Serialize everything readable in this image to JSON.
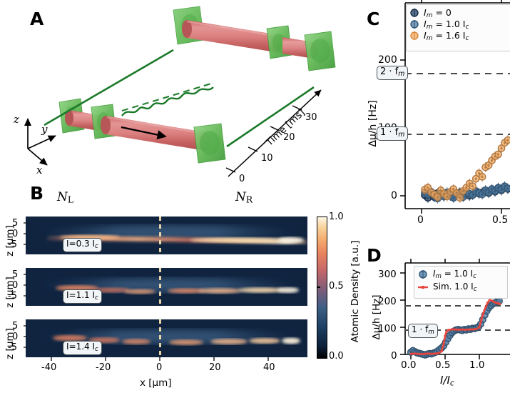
{
  "figure": {
    "panels": [
      "A",
      "B",
      "C",
      "D"
    ],
    "background": "#ffffff"
  },
  "panelA": {
    "letter": "A",
    "axes_triad": {
      "z": "z",
      "y": "y",
      "x": "x"
    },
    "time_axis": {
      "label": "Time [ms]",
      "ticks": [
        "0",
        "10",
        "20",
        "30"
      ],
      "ticks_values": [
        0,
        10,
        20,
        30
      ]
    },
    "colors": {
      "tube": "#d9706f",
      "barrier": "#58b04d",
      "line": "#1b7a2a",
      "arrow": "#000000"
    },
    "description": "Two snapshots of an elongated atomic cloud (red tube) confined between green optical barriers; a green sinusoidal modulation trace with dashed guide sits between them; a black arrow indicates motion along x."
  },
  "panelB": {
    "letter": "B",
    "label_NL": "N",
    "label_NL_sub": "L",
    "label_NR": "N",
    "label_NR_sub": "R",
    "rows": [
      {
        "annotation": "I=0.3 I",
        "annotation_sub": "c",
        "current": 0.3
      },
      {
        "annotation": "I=1.1 I",
        "annotation_sub": "c",
        "current": 1.1
      },
      {
        "annotation": "I=1.4 I",
        "annotation_sub": "c",
        "current": 1.4
      }
    ],
    "yaxis": {
      "label": "z [µm]",
      "ticks": [
        "5",
        "0",
        "-5"
      ],
      "ticks_values": [
        5,
        0,
        -5
      ]
    },
    "xaxis": {
      "label": "x [µm]",
      "ticks": [
        "-40",
        "-20",
        "0",
        "20",
        "40"
      ],
      "ticks_values": [
        -40,
        -20,
        0,
        20,
        40
      ]
    },
    "divider": {
      "position_um": 0,
      "style": "dashed",
      "color": "#e7d3a8"
    },
    "colorbar": {
      "label": "Atomic Density [a.u.]",
      "ticks": [
        "1.0",
        "0.5",
        "0.0"
      ],
      "ticks_values": [
        1.0,
        0.5,
        0.0
      ],
      "colormap": [
        "#000000",
        "#10243f",
        "#1d4063",
        "#3e5f84",
        "#8a5f7a",
        "#c4676a",
        "#e8825f",
        "#f4ab6e",
        "#f8d49d",
        "#fdf3dc"
      ]
    }
  },
  "panelC": {
    "letter": "C",
    "yaxis": {
      "label": "Δµ/h [Hz]",
      "ticks": [
        "200",
        "100",
        "0"
      ],
      "ticks_values": [
        200,
        100,
        0
      ],
      "ylim": [
        -30,
        250
      ]
    },
    "xaxis": {
      "ticks": [
        "0",
        "0.5"
      ],
      "ticks_values": [
        0,
        0.5
      ],
      "xlim": [
        -0.05,
        0.62
      ]
    },
    "hlines": [
      {
        "label": "2 · f",
        "label_sub": "m",
        "value": 180
      },
      {
        "label": "1 · f",
        "label_sub": "m",
        "value": 90
      }
    ],
    "legend": [
      {
        "label": "I",
        "label_sub": "m",
        "label_rest": " = 0",
        "color": "#1f3f66"
      },
      {
        "label": "I",
        "label_sub": "m",
        "label_rest": " = 1.0 I",
        "label_rest_sub": "c",
        "color": "#4d7ba4"
      },
      {
        "label": "I",
        "label_sub": "m",
        "label_rest": " = 1.6 I",
        "label_rest_sub": "c",
        "color": "#f4a95e"
      }
    ]
  },
  "panelD": {
    "letter": "D",
    "yaxis": {
      "label": "Δµ/h [Hz]",
      "ticks": [
        "300",
        "200",
        "100",
        "0"
      ],
      "ticks_values": [
        300,
        200,
        100,
        0
      ],
      "ylim": [
        -40,
        330
      ]
    },
    "xaxis": {
      "label": "I/I",
      "label_sub": "c",
      "ticks": [
        "0.0",
        "0.5",
        "1.0"
      ],
      "ticks_values": [
        0.0,
        0.5,
        1.0
      ],
      "xlim": [
        -0.05,
        1.32
      ]
    },
    "hlines": [
      {
        "value": 180,
        "label": ""
      },
      {
        "label": "1 · f",
        "label_sub": "m",
        "value": 90
      }
    ],
    "legend": [
      {
        "label": "I",
        "label_sub": "m",
        "label_rest": " = 1.0 I",
        "label_rest_sub": "c",
        "color": "#4d7ba4",
        "type": "marker"
      },
      {
        "label": "Sim. 1.0 I",
        "label_rest_sub": "c",
        "color": "#e8453c",
        "type": "line"
      }
    ]
  },
  "chart_data": [
    {
      "type": "scatter",
      "panel": "C",
      "title": "",
      "xlabel": "",
      "ylabel": "Δµ/h [Hz]",
      "xlim": [
        -0.05,
        0.62
      ],
      "ylim": [
        -30,
        250
      ],
      "grid": false,
      "legend_position": "top-left",
      "hlines": [
        180,
        90
      ],
      "series": [
        {
          "name": "I_m = 0",
          "color": "#1f3f66",
          "x": [
            0.02,
            0.04,
            0.06,
            0.08,
            0.1,
            0.12,
            0.14,
            0.16,
            0.18,
            0.2,
            0.22,
            0.24,
            0.26,
            0.28,
            0.3,
            0.32,
            0.34,
            0.36,
            0.38,
            0.4,
            0.42,
            0.44,
            0.46,
            0.48,
            0.5,
            0.52,
            0.54,
            0.56,
            0.58,
            0.6
          ],
          "y": [
            1,
            -3,
            2,
            -2,
            4,
            1,
            -1,
            3,
            0,
            -2,
            2,
            5,
            1,
            3,
            0,
            2,
            6,
            3,
            5,
            8,
            4,
            9,
            6,
            11,
            8,
            13,
            10,
            15,
            12,
            17
          ]
        },
        {
          "name": "I_m = 1.0 I_c",
          "color": "#4d7ba4",
          "x": [
            0.02,
            0.04,
            0.06,
            0.08,
            0.1,
            0.12,
            0.14,
            0.16,
            0.18,
            0.2,
            0.22,
            0.24,
            0.26,
            0.28,
            0.3,
            0.32,
            0.34,
            0.36,
            0.38,
            0.4,
            0.42,
            0.44,
            0.46,
            0.48,
            0.5,
            0.52,
            0.54,
            0.56,
            0.58,
            0.6
          ],
          "y": [
            5,
            2,
            6,
            0,
            -4,
            3,
            -1,
            5,
            2,
            -3,
            4,
            1,
            -2,
            6,
            3,
            1,
            7,
            4,
            2,
            8,
            5,
            10,
            7,
            12,
            9,
            14,
            11,
            16,
            13,
            20
          ]
        },
        {
          "name": "I_m = 1.6 I_c",
          "color": "#f4a95e",
          "x": [
            0.02,
            0.04,
            0.06,
            0.08,
            0.1,
            0.12,
            0.14,
            0.16,
            0.18,
            0.2,
            0.22,
            0.24,
            0.26,
            0.28,
            0.3,
            0.32,
            0.34,
            0.36,
            0.38,
            0.4,
            0.42,
            0.44,
            0.46,
            0.48,
            0.5,
            0.52,
            0.54,
            0.56,
            0.58,
            0.6
          ],
          "y": [
            9,
            12,
            5,
            2,
            -2,
            8,
            3,
            -1,
            6,
            10,
            4,
            -3,
            7,
            12,
            18,
            14,
            25,
            33,
            28,
            42,
            45,
            52,
            58,
            61,
            70,
            78,
            82,
            88,
            92,
            105
          ]
        }
      ]
    },
    {
      "type": "line",
      "panel": "D",
      "title": "",
      "xlabel": "I/I_c",
      "ylabel": "Δµ/h [Hz]",
      "xlim": [
        -0.05,
        1.32
      ],
      "ylim": [
        -40,
        330
      ],
      "grid": false,
      "legend_position": "top-left",
      "hlines": [
        180,
        90
      ],
      "series": [
        {
          "name": "I_m = 1.0 I_c",
          "color": "#4d7ba4",
          "type": "scatter",
          "x": [
            0.0,
            0.03,
            0.06,
            0.09,
            0.12,
            0.15,
            0.18,
            0.21,
            0.24,
            0.27,
            0.3,
            0.33,
            0.36,
            0.39,
            0.42,
            0.45,
            0.48,
            0.51,
            0.54,
            0.57,
            0.6,
            0.63,
            0.66,
            0.69,
            0.72,
            0.75,
            0.78,
            0.81,
            0.84,
            0.87,
            0.9,
            0.93,
            0.96,
            0.99,
            1.02,
            1.05,
            1.08,
            1.11,
            1.14,
            1.17,
            1.2,
            1.23,
            1.26,
            1.29
          ],
          "y": [
            8,
            14,
            10,
            6,
            4,
            2,
            0,
            -2,
            1,
            3,
            2,
            5,
            8,
            12,
            18,
            24,
            32,
            45,
            58,
            70,
            80,
            86,
            90,
            92,
            90,
            88,
            92,
            90,
            94,
            92,
            96,
            95,
            98,
            102,
            112,
            128,
            145,
            160,
            172,
            180,
            186,
            190,
            194,
            196
          ]
        },
        {
          "name": "Sim. 1.0 I_c",
          "color": "#e8453c",
          "type": "line",
          "x": [
            0.0,
            0.05,
            0.1,
            0.15,
            0.2,
            0.25,
            0.3,
            0.35,
            0.4,
            0.45,
            0.48,
            0.5,
            0.52,
            0.55,
            0.6,
            0.65,
            0.7,
            0.75,
            0.8,
            0.85,
            0.9,
            0.95,
            1.0,
            1.03,
            1.06,
            1.09,
            1.12,
            1.15,
            1.18,
            1.21,
            1.24,
            1.27,
            1.3
          ],
          "y": [
            2,
            3,
            2,
            1,
            2,
            3,
            2,
            3,
            4,
            12,
            40,
            68,
            84,
            90,
            92,
            92,
            91,
            92,
            91,
            92,
            92,
            93,
            100,
            128,
            152,
            172,
            190,
            200,
            198,
            194,
            190,
            188,
            186
          ]
        }
      ]
    }
  ]
}
